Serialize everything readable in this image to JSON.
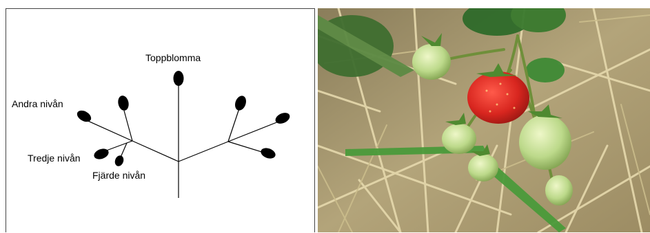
{
  "diagram": {
    "labels": {
      "top_flower": "Toppblomma",
      "second_level": "Andra nivån",
      "third_level": "Tredje nivån",
      "fourth_level": "Fjärde nivån"
    }
  },
  "photo": {
    "subject": "strawberry-plant",
    "colors": {
      "straw": "#c9b98a",
      "leaf": "#2f6b2a",
      "ripe_berry": "#d8261f",
      "unripe_berry": "#bcd98a"
    }
  }
}
